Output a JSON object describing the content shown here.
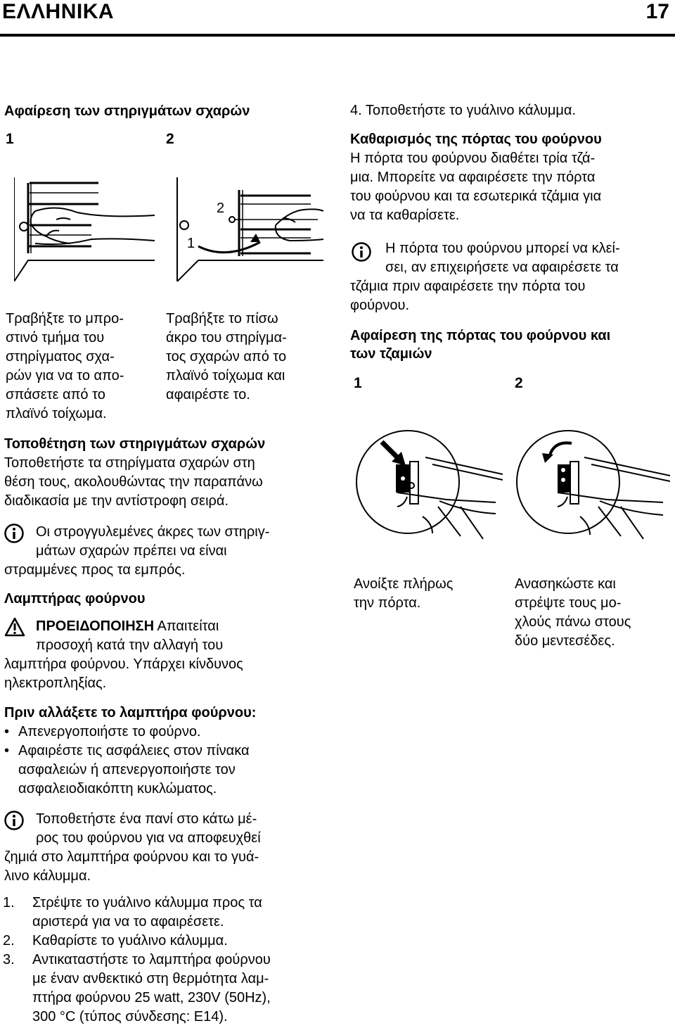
{
  "header": {
    "language": "ΕΛΛΗΝΙΚΑ",
    "page_number": "17"
  },
  "left": {
    "removal_title": "Αφαίρεση των στηριγμάτων σχαρών",
    "fig_a_nums": [
      "1",
      "2"
    ],
    "fig_a_inner_nums": [
      "2",
      "1"
    ],
    "caption_1": [
      "Τραβήξτε το μπρο-",
      "στινό τμήμα του",
      "στηρίγματος σχα-",
      "ρών για να το απο-",
      "σπάσετε από το",
      "πλαϊνό τοίχωμα."
    ],
    "caption_2": [
      "Τραβήξτε το πίσω",
      "άκρο του στηρίγμα-",
      "τος σχαρών από το",
      "πλαϊνό τοίχωμα και",
      "αφαιρέστε το."
    ],
    "install_title": "Τοποθέτηση των στηριγμάτων σχαρών",
    "install_text": [
      "Τοποθετήστε τα στηρίγματα σχαρών στη",
      "θέση τους, ακολουθώντας την παραπάνω",
      "διαδικασία με την αντίστροφη σειρά."
    ],
    "note_1": [
      "Οι στρογγυλεμένες άκρες των στηριγ-",
      "μάτων σχαρών πρέπει να είναι",
      "στραμμένες προς τα εμπρός."
    ],
    "lamp_title": "Λαμπτήρας φούρνου",
    "warning_label": "ΠΡΟΕΙΔΟΠΟΙΗΣΗ",
    "warning_text_1": " Απαιτείται",
    "warning_text": [
      "προσοχή κατά την αλλαγή του",
      "λαμπτήρα φούρνου. Υπάρχει κίνδυνος",
      "ηλεκτροπληξίας."
    ],
    "before_title": "Πριν αλλάξετε το λαμπτήρα φούρνου:",
    "bullets": [
      [
        "Απενεργοποιήστε το φούρνο."
      ],
      [
        "Αφαιρέστε τις ασφάλειες στον πίνακα",
        "ασφαλειών ή απενεργοποιήστε τον",
        "ασφαλειοδιακόπτη κυκλώματος."
      ]
    ],
    "note_2": [
      "Τοποθετήστε ένα πανί στο κάτω μέ-",
      "ρος του φούρνου για να αποφευχθεί",
      "ζημιά στο λαμπτήρα φούρνου και το γυά-",
      "λινο κάλυμμα."
    ],
    "steps": [
      {
        "n": "1.",
        "lines": [
          "Στρέψτε το γυάλινο κάλυμμα προς τα",
          "αριστερά για να το αφαιρέσετε."
        ]
      },
      {
        "n": "2.",
        "lines": [
          "Καθαρίστε το γυάλινο κάλυμμα."
        ]
      },
      {
        "n": "3.",
        "lines": [
          "Αντικαταστήστε το λαμπτήρα φούρνου",
          "με έναν ανθεκτικό στη θερμότητα λαμ-",
          "πτήρα φούρνου 25 watt, 230V (50Hz),",
          "300 °C (τύπος σύνδεσης: E14)."
        ]
      }
    ]
  },
  "right": {
    "step_4": "4.  Τοποθετήστε το γυάλινο κάλυμμα.",
    "door_title": "Καθαρισμός της πόρτας του φούρνου",
    "door_text": [
      "Η πόρτα του φούρνου διαθέτει τρία τζά-",
      "μια. Μπορείτε να αφαιρέσετε την πόρτα",
      "του φούρνου και τα εσωτερικά τζάμια για",
      "να τα καθαρίσετε."
    ],
    "note_3": [
      "Η πόρτα του φούρνου μπορεί να κλεί-",
      "σει, αν επιχειρήσετε να αφαιρέσετε τα",
      "τζάμια πριν αφαιρέσετε την πόρτα του",
      "φούρνου."
    ],
    "door_remove_title": [
      "Αφαίρεση της πόρτας του φούρνου και",
      "των τζαμιών"
    ],
    "fig_b_nums": [
      "1",
      "2"
    ],
    "caption_3": [
      "Ανοίξτε πλήρως",
      "την πόρτα."
    ],
    "caption_4": [
      "Ανασηκώστε και",
      "στρέψτε τους μο-",
      "χλούς πάνω στους",
      "δύο μεντεσέδες."
    ]
  },
  "icons": [
    "info-icon",
    "warning-icon"
  ]
}
